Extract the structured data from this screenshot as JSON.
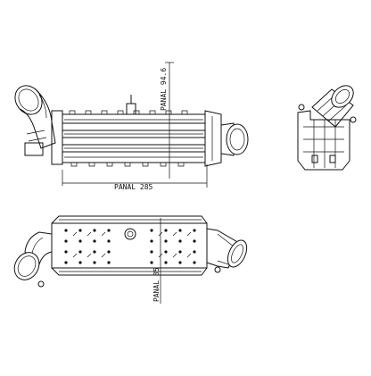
{
  "dimensions": {
    "height_label": "PANAL 94.6",
    "width_label": "PANAL 285",
    "depth_label": "PANAL 85"
  },
  "views": [
    "front-view",
    "side-view",
    "top-view"
  ]
}
